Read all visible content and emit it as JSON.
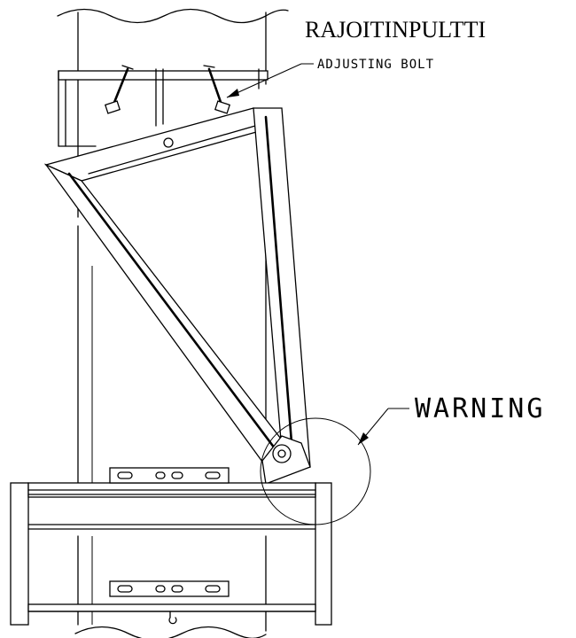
{
  "labels": {
    "title": "RAJOITINPULTTI",
    "adjusting_bolt": "ADJUSTING BOLT",
    "warning": "WARNING"
  }
}
